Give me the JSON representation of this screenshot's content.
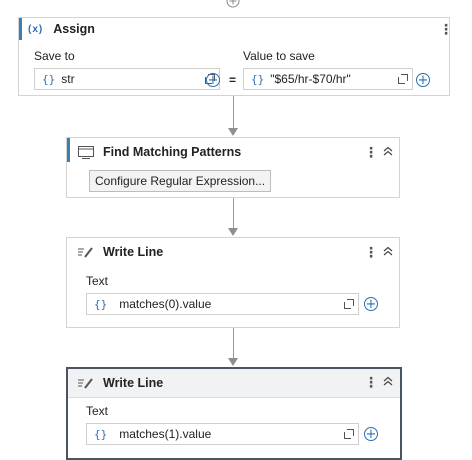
{
  "top_add": {
    "icon": "plus-circle-icon"
  },
  "assign": {
    "icon_text": "(x)",
    "title": "Assign",
    "save_to_label": "Save to",
    "save_to_value": "str",
    "value_label": "Value to save",
    "value_value": "\"$65/hr-$70/hr\"",
    "equals": "=",
    "braces": "{}",
    "plus": "+"
  },
  "find_patterns": {
    "title": "Find Matching Patterns",
    "configure_button": "Configure Regular Expression...",
    "collapse": "⌃",
    "kebab": "⋮"
  },
  "write_line_1": {
    "title": "Write Line",
    "text_label": "Text",
    "value": "matches(0).value",
    "braces": "{}",
    "plus": "+",
    "kebab": "⋮",
    "collapse": "⌃"
  },
  "write_line_2": {
    "title": "Write Line",
    "text_label": "Text",
    "value": "matches(1).value",
    "braces": "{}",
    "plus": "+",
    "kebab": "⋮",
    "collapse": "⌃"
  },
  "colors": {
    "accent": "#3f7fae",
    "brace_blue": "#2b6fb3",
    "selected_border": "#4a5560"
  }
}
